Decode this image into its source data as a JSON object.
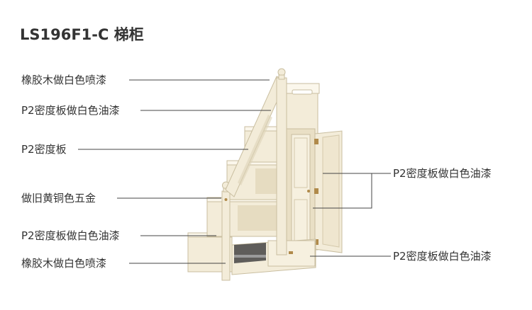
{
  "page_title": "LS196F1-C 梯柜",
  "labels": {
    "left_1": "橡胶木做白色喷漆",
    "left_2": "P2密度板做白色油漆",
    "left_3": "P2密度板",
    "left_4": "做旧黄铜色五金",
    "left_5": "P2密度板做白色油漆",
    "left_6": "橡胶木做白色喷漆",
    "right_1": "P2密度板做白色油漆",
    "right_2": "P2密度板做白色油漆"
  },
  "colors": {
    "text": "#333333",
    "line": "#444444",
    "cabinet_face": "#f3ecd9",
    "cabinet_top": "#fbf7ec",
    "cabinet_shadow": "#ddd3b8",
    "cabinet_edge": "#c9bea0",
    "hardware": "#b08a4a"
  }
}
